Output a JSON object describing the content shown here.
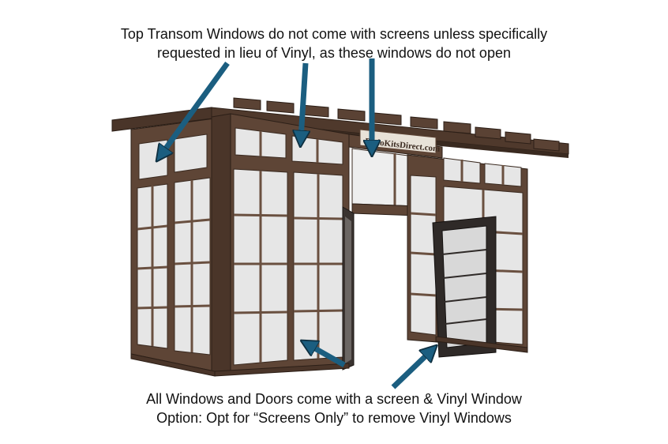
{
  "captions": {
    "top_line_1": "Top Transom Windows do not come with screens unless specifically",
    "top_line_2": "requested in lieu of Vinyl, as these windows do not open",
    "bottom_line_1": "All Windows and Doors come with a screen & Vinyl Window",
    "bottom_line_2": "Option: Opt for “Screens Only” to remove Vinyl Windows"
  },
  "illustration": {
    "sign_text": "PatioKitsDirect.com"
  },
  "colors": {
    "frame_wood": "#5e4536",
    "frame_dark": "#3f2d22",
    "glass": "#e6e6e6",
    "arrow": "#1b5e80",
    "text": "#111111"
  }
}
